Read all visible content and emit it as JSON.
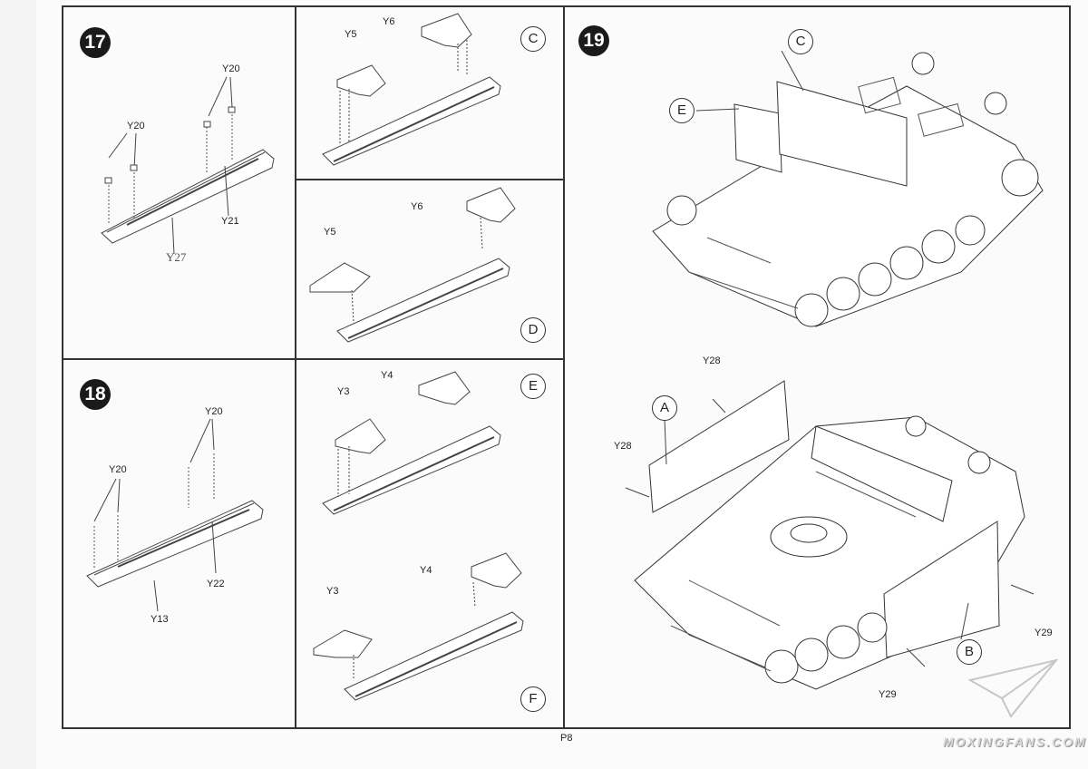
{
  "page_number": "P8",
  "watermark": "MOXINGFANS.COM",
  "steps": [
    {
      "number": "17",
      "labels": [
        "Y20",
        "Y20",
        "Y21",
        "Y27"
      ]
    },
    {
      "number": "18",
      "labels": [
        "Y20",
        "Y20",
        "Y22",
        "Y13"
      ]
    },
    {
      "number": "19",
      "labels": [
        "Y28",
        "Y28",
        "Y29",
        "Y29"
      ]
    }
  ],
  "subassemblies": [
    {
      "letter": "C",
      "labels": [
        "Y5",
        "Y6"
      ]
    },
    {
      "letter": "D",
      "labels": [
        "Y5",
        "Y6"
      ]
    },
    {
      "letter": "E",
      "labels": [
        "Y3",
        "Y4"
      ]
    },
    {
      "letter": "F",
      "labels": [
        "Y3",
        "Y4"
      ]
    }
  ],
  "step19_callouts": [
    "C",
    "E",
    "A",
    "B"
  ]
}
